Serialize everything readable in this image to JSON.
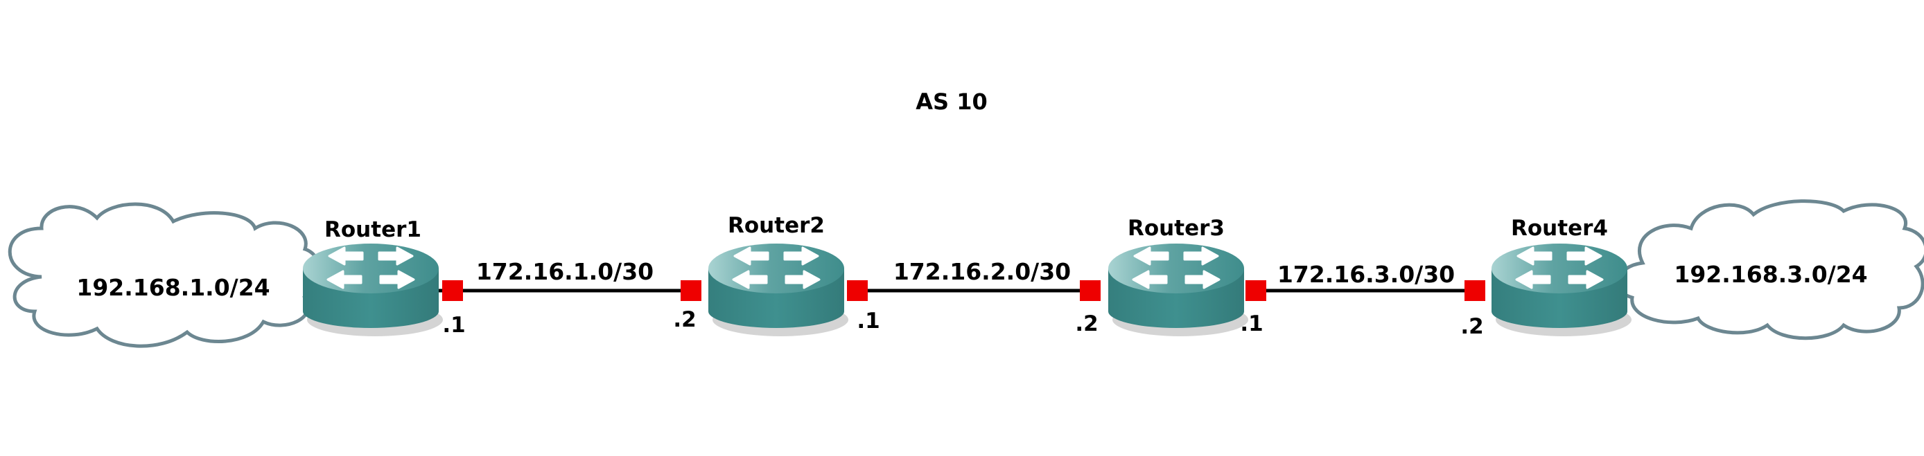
{
  "title": "AS 10",
  "colors": {
    "router_body": "#3d8b8a",
    "router_top": "#69aaa9",
    "cloud_stroke": "#6c8791",
    "port": "#ee0000",
    "link": "#000000"
  },
  "clouds": [
    {
      "label": "192.168.1.0/24"
    },
    {
      "label": "192.168.3.0/24"
    }
  ],
  "routers": [
    {
      "name": "Router1",
      "icon": "router-icon"
    },
    {
      "name": "Router2",
      "icon": "router-icon"
    },
    {
      "name": "Router3",
      "icon": "router-icon"
    },
    {
      "name": "Router4",
      "icon": "router-icon"
    }
  ],
  "links": [
    {
      "network": "172.16.1.0/30",
      "left_ip": ".1",
      "right_ip": ".2"
    },
    {
      "network": "172.16.2.0/30",
      "left_ip": ".1",
      "right_ip": ".2"
    },
    {
      "network": "172.16.3.0/30",
      "left_ip": ".1",
      "right_ip": ".2"
    }
  ]
}
